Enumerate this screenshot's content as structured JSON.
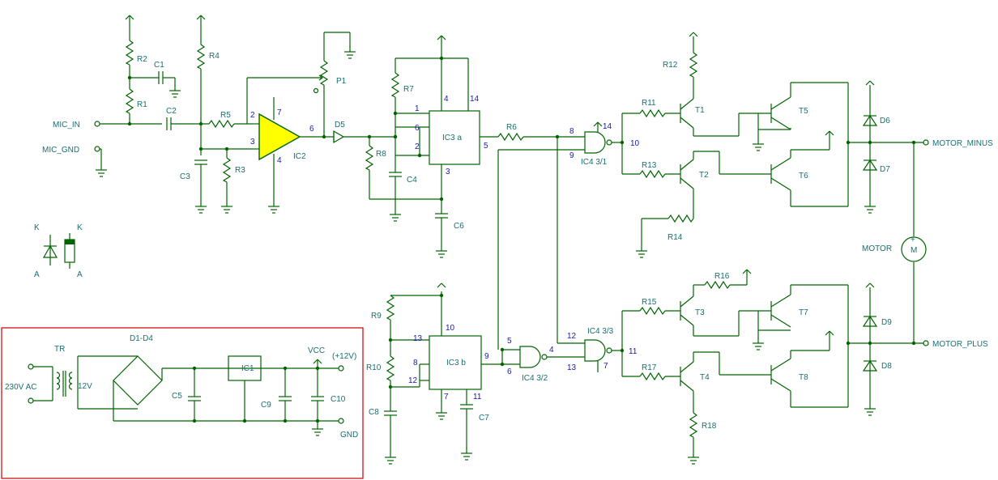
{
  "labels": {
    "mic_in": "MIC_IN",
    "mic_gnd": "MIC_GND",
    "r1": "R1",
    "r2": "R2",
    "r3": "R3",
    "r4": "R4",
    "r5": "R5",
    "r6": "R6",
    "r7": "R7",
    "r8": "R8",
    "r9": "R9",
    "r10": "R10",
    "r11": "R11",
    "r12": "R12",
    "r13": "R13",
    "r14": "R14",
    "r15": "R15",
    "r16": "R16",
    "r17": "R17",
    "r18": "R18",
    "c1": "C1",
    "c2": "C2",
    "c3": "C3",
    "c4": "C4",
    "c5": "C5",
    "c6": "C6",
    "c7": "C7",
    "c8": "C8",
    "c9": "C9",
    "c10": "C10",
    "p1": "P1",
    "d5": "D5",
    "ic2": "IC2",
    "ic1": "IC1",
    "ic3a": "IC3 a",
    "ic3b": "IC3 b",
    "ic4_1": "IC4 3/1",
    "ic4_2": "IC4 3/2",
    "ic4_3": "IC4 3/3",
    "t1": "T1",
    "t2": "T2",
    "t3": "T3",
    "t4": "T4",
    "t5": "T5",
    "t6": "T6",
    "t7": "T7",
    "t8": "T8",
    "d6": "D6",
    "d7": "D7",
    "d8": "D8",
    "d9": "D9",
    "motor": "MOTOR",
    "motor_minus": "MOTOR_MINUS",
    "motor_plus": "MOTOR_PLUS",
    "k": "K",
    "a": "A",
    "tr": "TR",
    "d1d4": "D1-D4",
    "v230": "230V AC",
    "v12": "12V",
    "vcc": "VCC",
    "vcc_val": "(+12V)",
    "gnd": "GND",
    "plus": "+",
    "m": "M"
  },
  "pins": {
    "p1": "1",
    "p2": "2",
    "p3": "3",
    "p4": "4",
    "p5": "5",
    "p6": "6",
    "p7": "7",
    "p8": "8",
    "p9": "9",
    "p10": "10",
    "p11": "11",
    "p12": "12",
    "p13": "13",
    "p14": "14"
  },
  "colors": {
    "wire": "#006400",
    "label": "#1a6f70",
    "pin": "#1a1ab0",
    "opamp": "#ffff00",
    "frame": "#cc0000"
  }
}
